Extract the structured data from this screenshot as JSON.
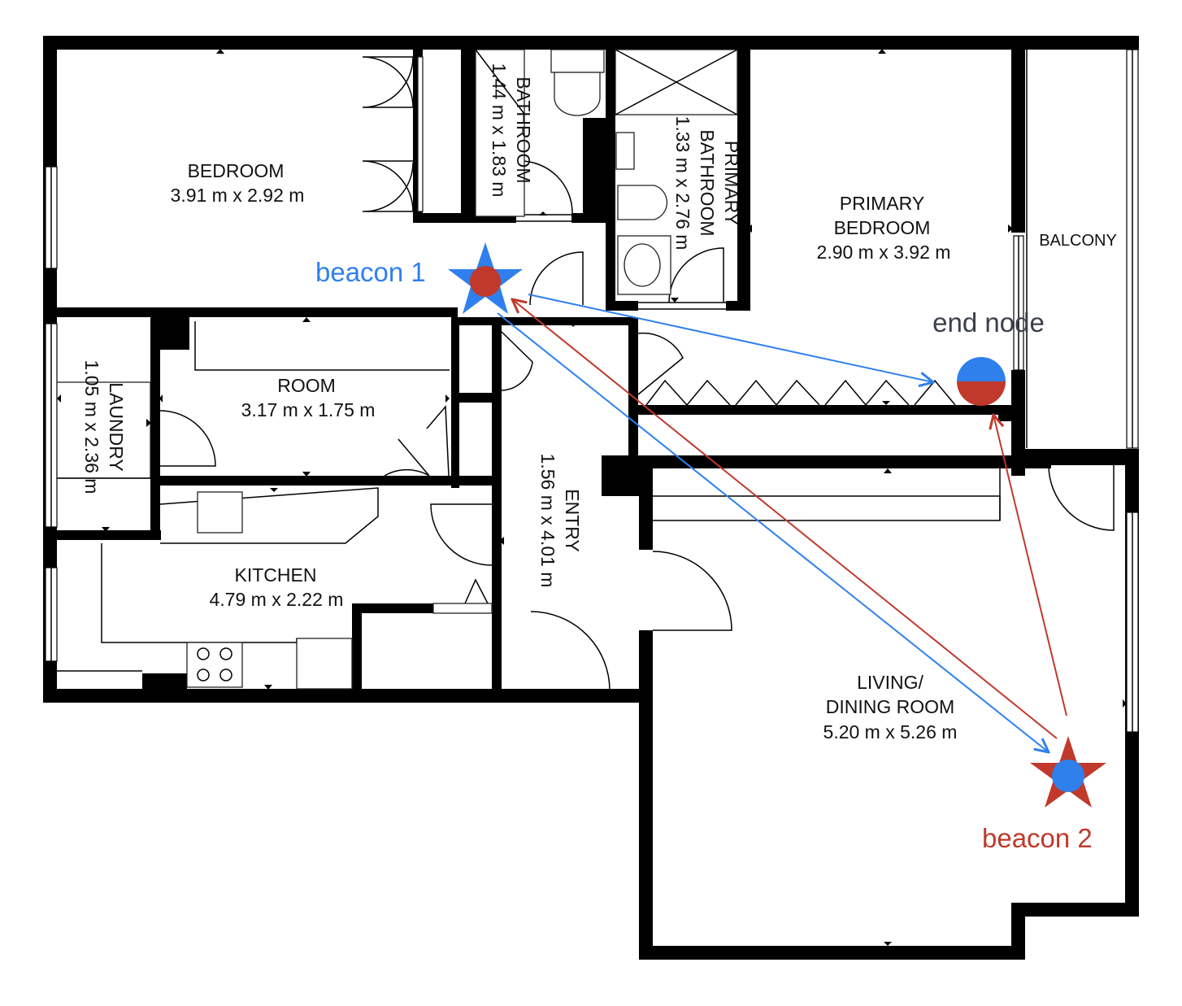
{
  "rooms": [
    {
      "name": "BEDROOM",
      "size": "3.91 m x 2.92 m"
    },
    {
      "name": "BATHROOM",
      "size": "1.44 m x 1.83 m"
    },
    {
      "name_line1": "PRIMARY",
      "name_line2": "BATHROOM",
      "size": "1.33 m x 2.76 m"
    },
    {
      "name_line1": "PRIMARY",
      "name_line2": "BEDROOM",
      "size": "2.90 m x 3.92 m"
    },
    {
      "name": "BALCONY"
    },
    {
      "name": "LAUNDRY",
      "size": "1.05 m x 2.36 m"
    },
    {
      "name": "ROOM",
      "size": "3.17 m x 1.75 m"
    },
    {
      "name": "KITCHEN",
      "size": "4.79 m x 2.22 m"
    },
    {
      "name": "ENTRY",
      "size": "1.56 m x 4.01 m"
    },
    {
      "name_line1": "LIVING/",
      "name_line2": "DINING ROOM",
      "size": "5.20 m x 5.26 m"
    }
  ],
  "markers": {
    "beacon1": {
      "label": "beacon 1",
      "star_color": "#2f80ed",
      "dot_color": "#c0392b"
    },
    "beacon2": {
      "label": "beacon 2",
      "star_color": "#c0392b",
      "dot_color": "#2f80ed"
    },
    "end_node": {
      "label": "end node",
      "top_color": "#2f80ed",
      "bottom_color": "#c0392b"
    }
  },
  "colors": {
    "blue": "#2f80ed",
    "red": "#c0392b",
    "wall": "#000000"
  }
}
